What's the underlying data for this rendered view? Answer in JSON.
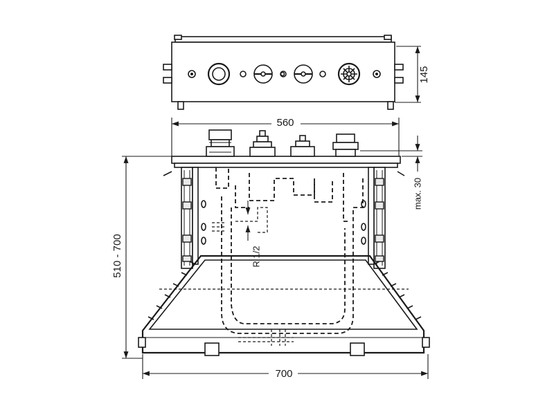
{
  "dimensions": {
    "top_height": "145",
    "width_inner": "560",
    "max_depth": "max. 30",
    "thread": "R 1/2",
    "install_depth": "510 - 700",
    "width_outer": "700"
  }
}
